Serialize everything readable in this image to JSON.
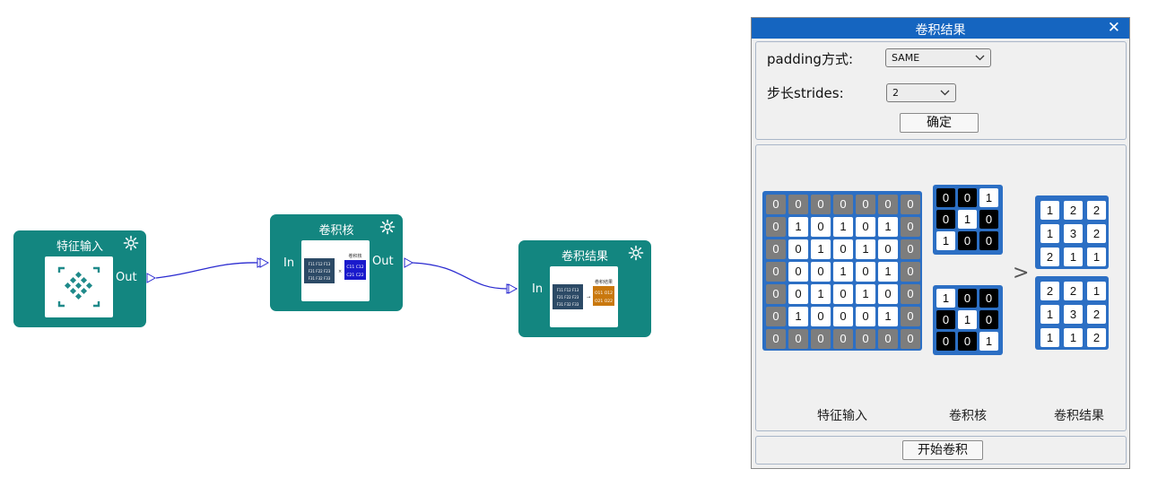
{
  "flow": {
    "nodes": {
      "feature_input": {
        "title": "特征输入",
        "out_label": "Out"
      },
      "kernel": {
        "title": "卷积核",
        "in_label": "In",
        "out_label": "Out"
      },
      "result": {
        "title": "卷积结果",
        "in_label": "In"
      }
    },
    "thumbs": {
      "kernel": {
        "grid_rows": [
          "F11 F12 F13",
          "F21 F22 F23",
          "F31 F32 F33"
        ],
        "box_title": "卷积核",
        "box_rows": [
          "C11 C12",
          "C21 C22"
        ]
      },
      "result": {
        "grid_rows": [
          "F11 F12 F13",
          "F21 F22 F23",
          "F31 F32 F33"
        ],
        "box_title": "卷积结果",
        "box_rows": [
          "O11 O12",
          "O21 O22"
        ]
      }
    },
    "colors": {
      "node": "#138680",
      "edge": "#2a2ad0"
    }
  },
  "panel": {
    "title": "卷积结果",
    "close_icon": "close-icon",
    "padding_label": "padding方式:",
    "padding_value": "SAME",
    "stride_label": "步长strides:",
    "stride_value": "2",
    "confirm_label": "确定",
    "start_label": "开始卷积",
    "feature_caption": "特征输入",
    "kernel_caption": "卷积核",
    "result_caption": "卷积结果",
    "feature_matrix": [
      [
        0,
        0,
        0,
        0,
        0,
        0,
        0
      ],
      [
        0,
        1,
        0,
        1,
        0,
        1,
        0
      ],
      [
        0,
        0,
        1,
        0,
        1,
        0,
        0
      ],
      [
        0,
        0,
        0,
        1,
        0,
        1,
        0
      ],
      [
        0,
        0,
        1,
        0,
        1,
        0,
        0
      ],
      [
        0,
        1,
        0,
        0,
        0,
        1,
        0
      ],
      [
        0,
        0,
        0,
        0,
        0,
        0,
        0
      ]
    ],
    "kernels": [
      [
        [
          0,
          0,
          1
        ],
        [
          0,
          1,
          0
        ],
        [
          1,
          0,
          0
        ]
      ],
      [
        [
          1,
          0,
          0
        ],
        [
          0,
          1,
          0
        ],
        [
          0,
          0,
          1
        ]
      ]
    ],
    "results": [
      [
        [
          1,
          2,
          2
        ],
        [
          1,
          3,
          2
        ],
        [
          2,
          1,
          1
        ]
      ],
      [
        [
          2,
          2,
          1
        ],
        [
          1,
          3,
          2
        ],
        [
          1,
          1,
          2
        ]
      ]
    ],
    "colors": {
      "titlebar": "#1565c0",
      "matrix_frame": "#2c6fc4",
      "pad_cell": "#7d7d7d"
    }
  }
}
